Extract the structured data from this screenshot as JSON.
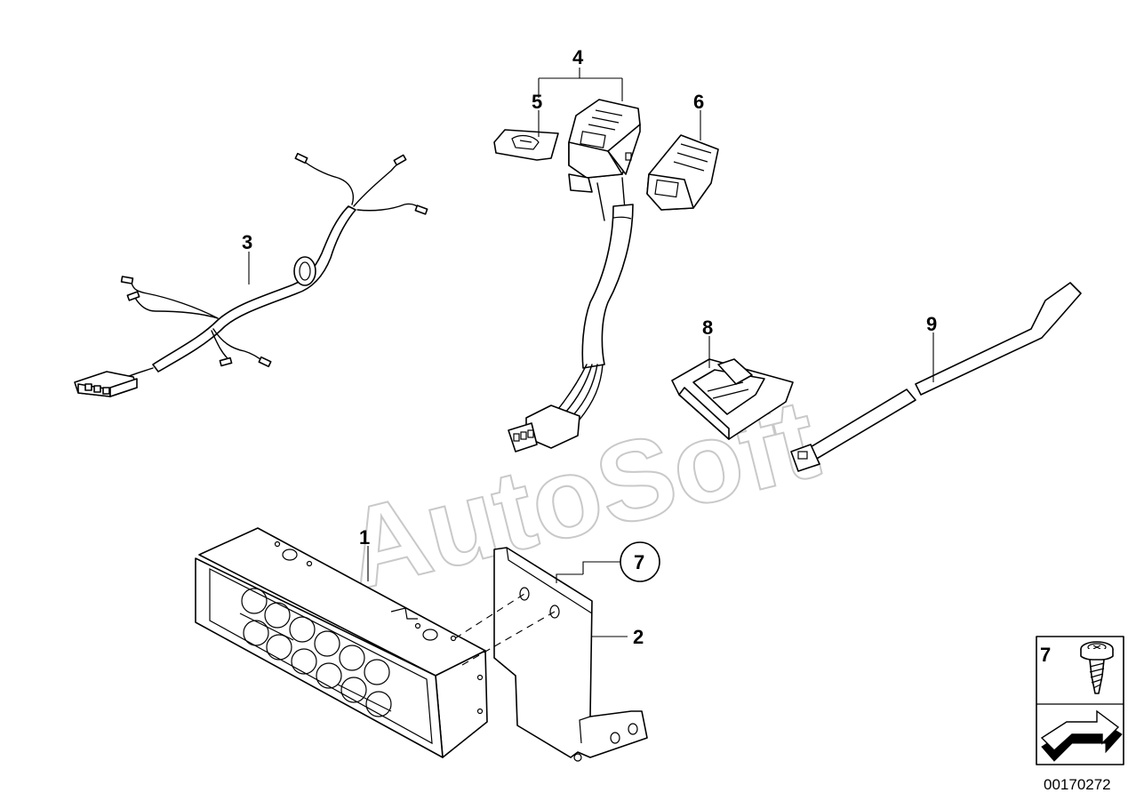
{
  "watermark": "AutoSoft",
  "document_number": "00170272",
  "callouts": {
    "c1": "1",
    "c2": "2",
    "c3": "3",
    "c4": "4",
    "c5": "5",
    "c6": "6",
    "c7": "7",
    "c8": "8",
    "c9": "9",
    "inset": "7"
  },
  "parts": [
    {
      "ref": "1",
      "icon": "control-unit-icon"
    },
    {
      "ref": "2",
      "icon": "mounting-bracket-icon"
    },
    {
      "ref": "3",
      "icon": "wiring-harness-icon"
    },
    {
      "ref": "4",
      "icon": "switch-with-cable-icon"
    },
    {
      "ref": "5",
      "icon": "cover-cap-icon"
    },
    {
      "ref": "6",
      "icon": "switch-cap-icon"
    },
    {
      "ref": "7",
      "icon": "screw-icon"
    },
    {
      "ref": "8",
      "icon": "cable-holder-icon"
    },
    {
      "ref": "9",
      "icon": "cable-tie-icon"
    }
  ]
}
